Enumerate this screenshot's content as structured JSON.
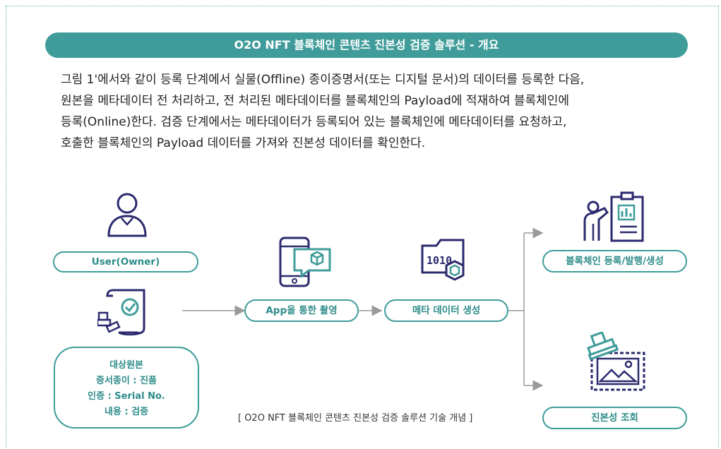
{
  "header": {
    "title": "O2O NFT 블록체인 콘텐츠 진본성 검증 솔루션 - 개요"
  },
  "description": {
    "lines": [
      "그림 1'에서와 같이 등록 단계에서 실물(Offline) 종이증명서(또는 디지털 문서)의 데이터를 등록한 다음,",
      "원본을 메타데이터 전 처리하고, 전 처리된 메타데이터를 블록체인의 Payload에 적재하여 블록체인에",
      "등록(Online)한다. 검증 단계에서는 메타데이터가 등록되어 있는 블록체인에 메타데이터를 요청하고,",
      "호출한 블록체인의 Payload 데이터를 가져와 진본성 데이터를 확인한다."
    ]
  },
  "diagram": {
    "user_label": "User(Owner)",
    "source_box": {
      "title": "대상원본",
      "line1": "증서종이 : 진품",
      "line2": "인증 : Serial  No.",
      "line3": "내용 : 검증"
    },
    "step_app": "App을 통한 촬영",
    "step_meta": "메타 데이터 생성",
    "out_register": "블록체인 등록/발행/생성",
    "out_check": "진본성 조회",
    "caption": "[ O2O NFT 블록체인 콘텐츠 진본성 검증 솔루션 기술 개념 ]"
  },
  "colors": {
    "accent": "#3f9c9a",
    "icon_navy": "#2b2a6e",
    "arrow": "#9a9a9a"
  }
}
